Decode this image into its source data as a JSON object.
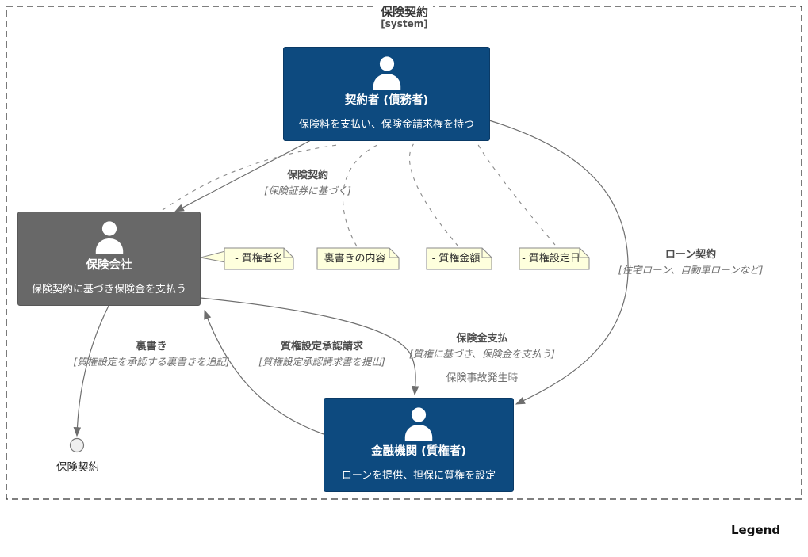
{
  "diagram": {
    "system_title": "保険契約",
    "system_stereotype": "[system]",
    "legend_label": "Legend"
  },
  "actors": {
    "contractor": {
      "name": "契約者 (債務者)",
      "description": "保険料を支払い、保険金請求権を持つ"
    },
    "insurer": {
      "name": "保険会社",
      "description": "保険契約に基づき保険金を支払う"
    },
    "bank": {
      "name": "金融機関 (質権者)",
      "description": "ローンを提供、担保に質権を設定"
    }
  },
  "notes": {
    "pledgee_name": "- 質権者名",
    "endorsement_content": "裏書きの内容",
    "pledge_amount": "- 質権金額",
    "pledge_date": "- 質権設定日"
  },
  "edges": {
    "insurance_contract": {
      "label": "保険契約",
      "condition": "[保険証券に基づく]"
    },
    "loan_contract": {
      "label": "ローン契約",
      "condition": "[住宅ローン、自動車ローンなど]"
    },
    "insurance_payout": {
      "label": "保険金支払",
      "condition": "[質権に基づき、保険金を支払う]",
      "trigger": "保険事故発生時"
    },
    "endorsement": {
      "label": "裏書き",
      "condition": "[質権設定を承認する裏書きを追記]"
    },
    "pledge_approval_request": {
      "label": "質権設定承認請求",
      "condition": "[質権設定承認請求書を提出]"
    }
  },
  "terminal": {
    "label": "保険契約"
  },
  "colors": {
    "person_bg": "#0d4a7f",
    "external_person_bg": "#686868",
    "note_bg": "#feffdd",
    "note_border": "#8a8a8a",
    "relation_line": "#707070",
    "boundary_border": "#333333"
  }
}
